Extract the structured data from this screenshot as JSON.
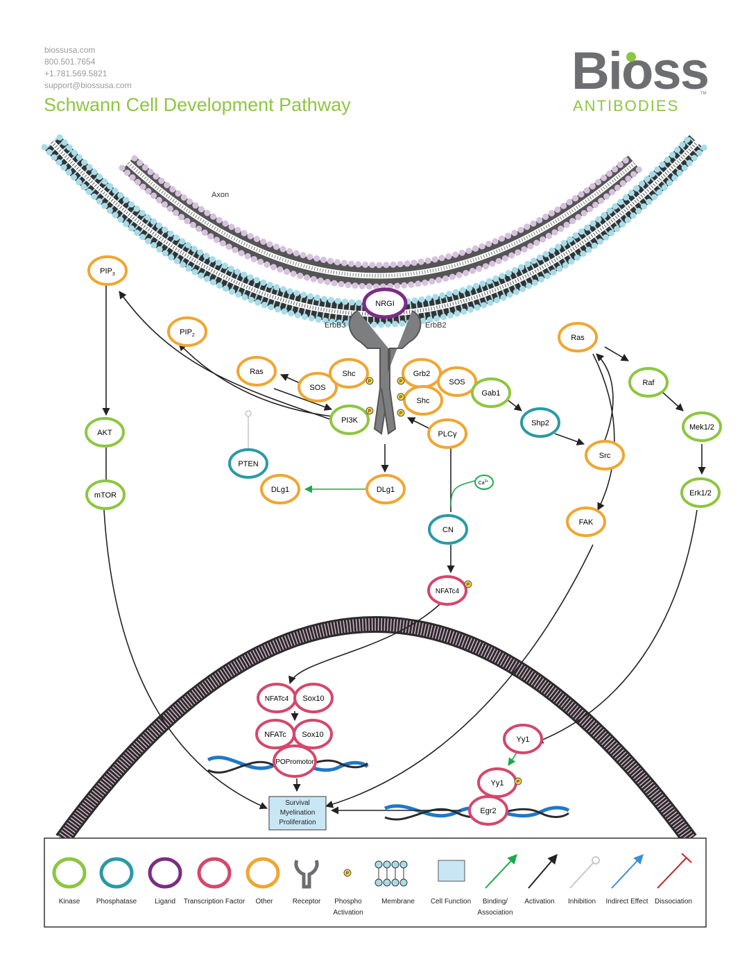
{
  "contact": {
    "web": "biossusa.com",
    "phone1": "800.501.7654",
    "phone2": "+1.781.569.5821",
    "email": "support@biossusa.com"
  },
  "title": "Schwann Cell Development Pathway",
  "logo": {
    "word_top": "Bioss",
    "word_bottom": "ANTIBODIES",
    "tm": "TM"
  },
  "colors": {
    "kinase": "#8dc63f",
    "phosphatase": "#2a9aa4",
    "ligand": "#7b2d83",
    "transcription_factor": "#d4476b",
    "other": "#f0a630",
    "receptor": "#6d6e71",
    "activation": "#222222",
    "binding": "#1ea84b",
    "inhibition": "#c8c8c8",
    "indirect": "#3b8fd4",
    "dissociation": "#c1272d",
    "membrane_head": "#a9dce9",
    "axon_head": "#d6c2dd"
  },
  "labels": {
    "axon": "Axon",
    "erbb3": "ErbB3",
    "erbb2": "ErbB2",
    "ca": "Ca",
    "ca_sup": "2+",
    "phospho": "P"
  },
  "nodes": {
    "nrg1": "NRGI",
    "pip3": "PIP",
    "pip3_sub": "3",
    "pip2": "PIP",
    "pip2_sub": "2",
    "ras_left": "Ras",
    "sos_left": "SOS",
    "shc_left": "Shc",
    "grb2": "Grb2",
    "sos_right": "SOS",
    "shc_right": "Shc",
    "gab1": "Gab1",
    "ras_right": "Ras",
    "raf": "Raf",
    "mek": "Mek1/2",
    "erk": "Erk1/2",
    "pi3k": "PI3K",
    "plcg": "PLCγ",
    "shp2": "Shp2",
    "src": "Src",
    "akt": "AKT",
    "mtor": "mTOR",
    "pten": "PTEN",
    "dlg1_left": "DLg1",
    "dlg1_right": "DLg1",
    "cn": "CN",
    "fak": "FAK",
    "nfatc4_cyt": "NFATc4",
    "nfatc4_nuc": "NFATc4",
    "sox10_a": "Sox10",
    "nfatc": "NFATc",
    "sox10_b": "Sox10",
    "popromotor": "POPromotor",
    "yy1_a": "Yy1",
    "yy1_b": "Yy1",
    "egr2": "Egr2"
  },
  "cell_function": {
    "line1": "Survival",
    "line2": "Myelination",
    "line3": "Proliferation"
  },
  "legend": {
    "kinase": "Kinase",
    "phosphatase": "Phosphatase",
    "ligand": "Ligand",
    "transcription_factor": "Transcription Factor",
    "other": "Other",
    "receptor": "Receptor",
    "phospho_1": "Phospho",
    "phospho_2": "Activation",
    "membrane": "Membrane",
    "cell_function": "Cell Function",
    "binding_1": "Binding/",
    "binding_2": "Association",
    "activation": "Activation",
    "inhibition": "Inhibition",
    "indirect": "Indirect Effect",
    "dissociation": "Dissociation"
  }
}
